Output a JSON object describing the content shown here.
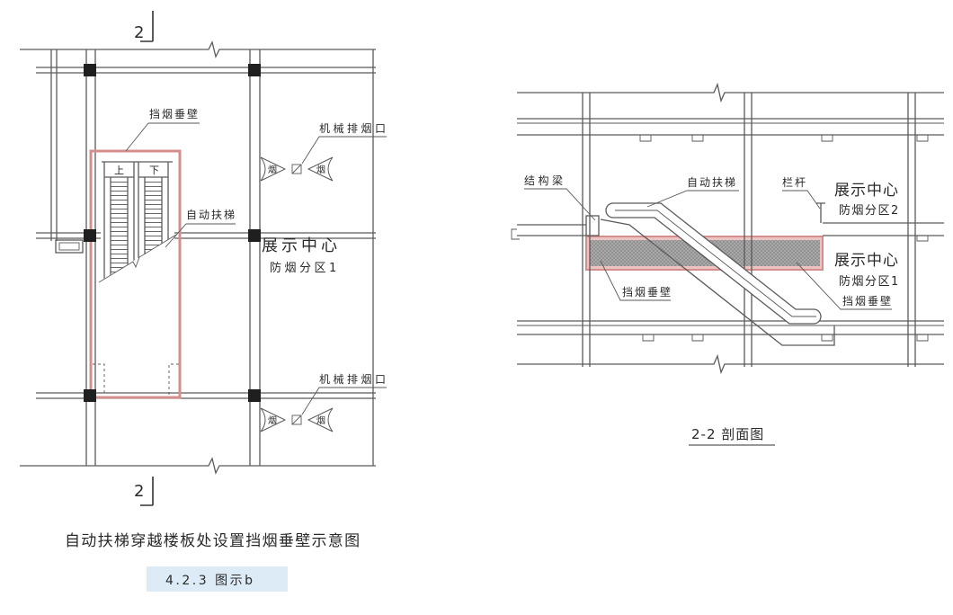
{
  "plan": {
    "section_mark_top": "2",
    "section_mark_bottom": "2",
    "smoke_barrier_label": "挡烟垂壁",
    "escalator_label": "自动扶梯",
    "escalator_up": "上",
    "escalator_down": "下",
    "exhaust_top_label": "机械排烟口",
    "exhaust_bottom_label": "机械排烟口",
    "smoke_glyph": "烟",
    "zone_name": "展示中心",
    "zone_id": "防烟分区1"
  },
  "section": {
    "beam_label": "结构梁",
    "escalator_label": "自动扶梯",
    "railing_label": "栏杆",
    "upper_zone_name": "展示中心",
    "upper_zone_id": "防烟分区2",
    "lower_zone_name": "展示中心",
    "lower_zone_id": "防烟分区1",
    "smoke_barrier_left_label": "挡烟垂壁",
    "smoke_barrier_right_label": "挡烟垂壁",
    "title": "2-2 剖面图"
  },
  "caption": "自动扶梯穿越楼板处设置挡烟垂壁示意图",
  "figure_number": "4.2.3 图示b",
  "colors": {
    "line": "#5a5a5a",
    "smoke_barrier": "#d48e8e",
    "smoke_barrier_fill": "#ecc3c1",
    "hatch": "#a9a9a9",
    "figure_tag_bg": "#dcebf6"
  }
}
